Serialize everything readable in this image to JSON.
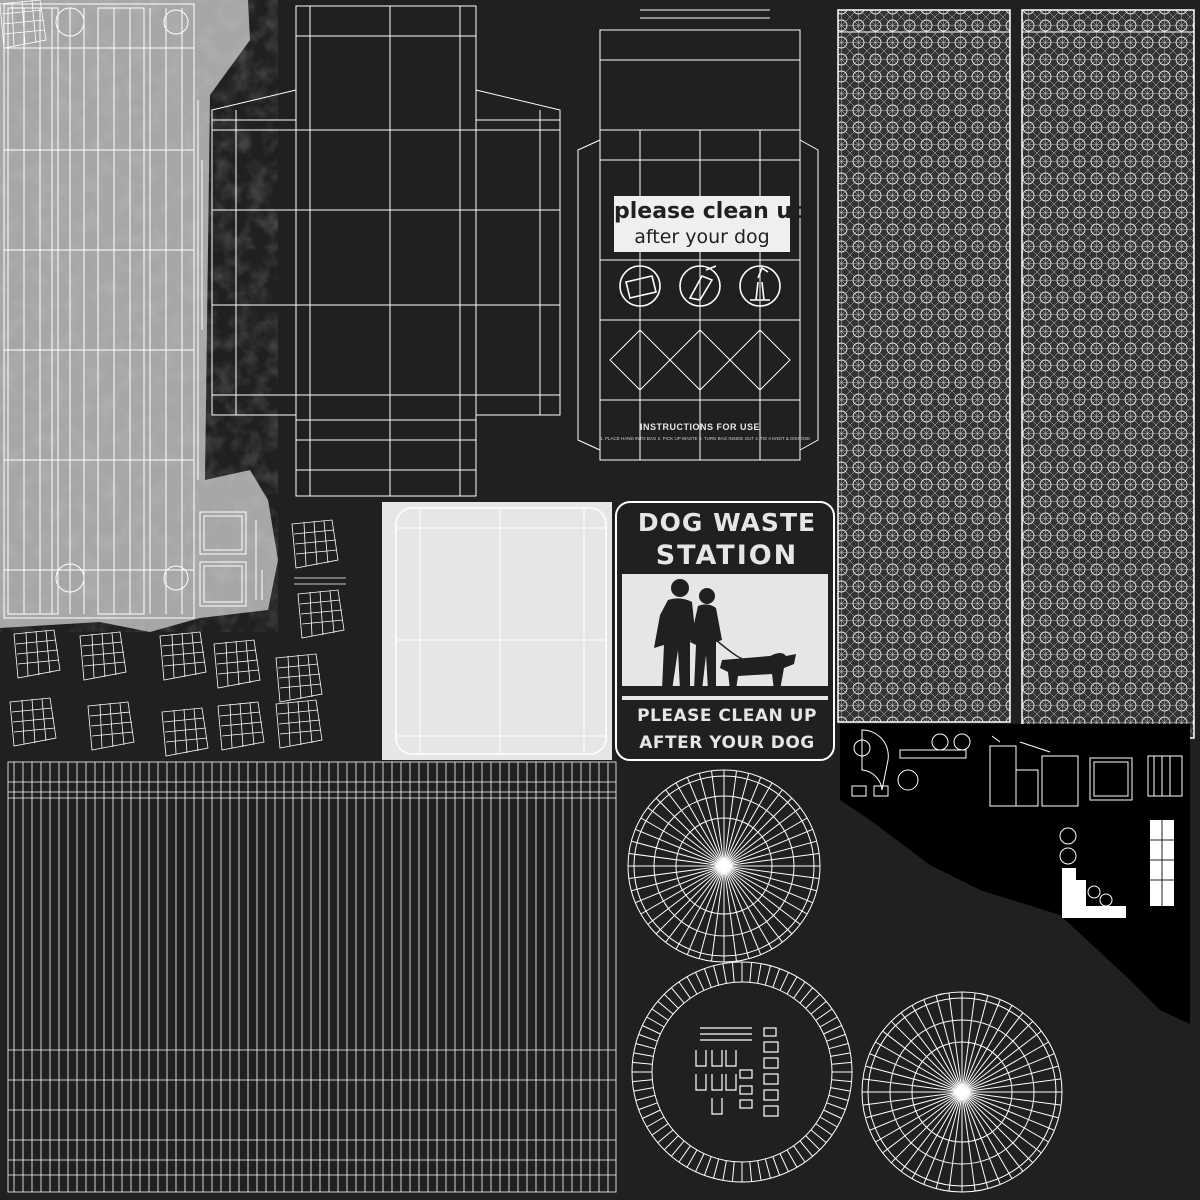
{
  "texture": {
    "colors": {
      "background": "#1e2021",
      "wire": "#ffffff",
      "concrete": "#a9a9a9",
      "panel_light": "#e6e6e6",
      "dark_fill": "#1e2021"
    }
  },
  "bag_label": {
    "line1": "please clean up",
    "line2": "after your dog",
    "instructions_title": "INSTRUCTIONS FOR USE",
    "instructions_body": "1. PLACE HAND INTO BAG  2. PICK UP WASTE  3. TURN BAG INSIDE OUT  4. TIE A KNOT & DISPOSE",
    "icons": [
      "bag-icon",
      "hand-pickup-icon",
      "trash-bin-icon"
    ]
  },
  "sign": {
    "line1": "DOG WASTE",
    "line2": "STATION",
    "line3": "PLEASE CLEAN UP",
    "line4": "AFTER YOUR DOG",
    "illustration": "people-walking-dog-icon"
  }
}
